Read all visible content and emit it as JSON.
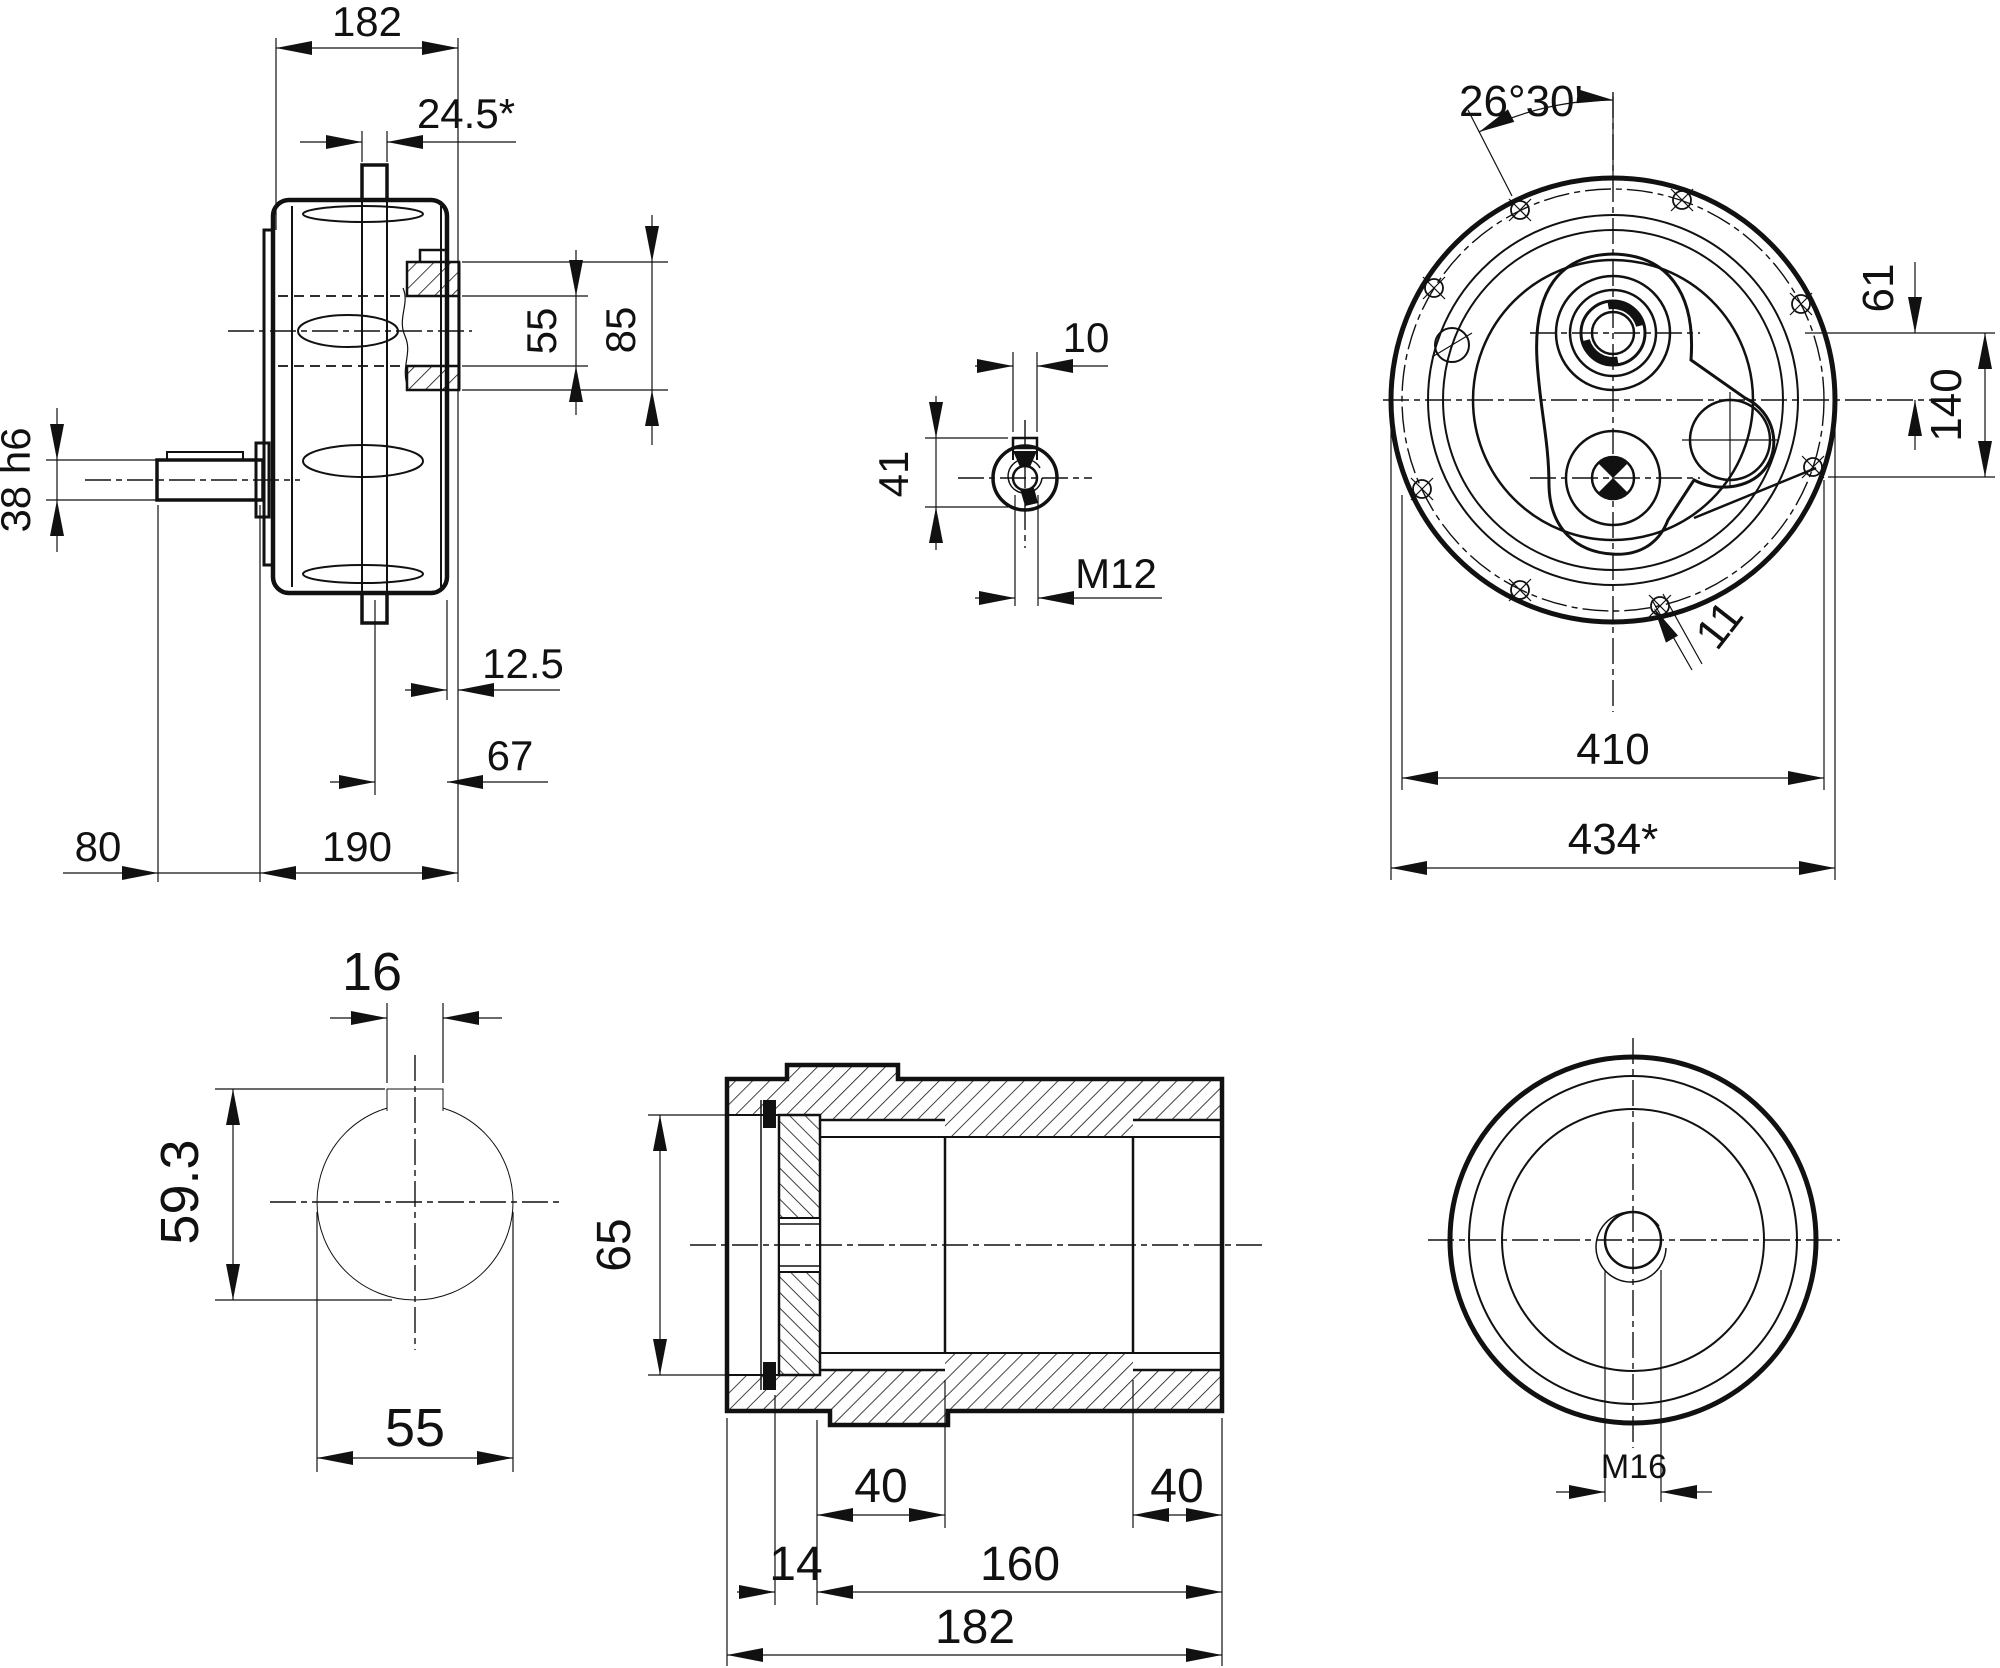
{
  "title": "gear drive unit — dimensioned engineering drawing",
  "colors": {
    "background": "#ffffff",
    "line": "#111111"
  },
  "views": {
    "side": {
      "dims": {
        "overall_width": "182",
        "flange_thickness": "24.5*",
        "hub_bore": "55",
        "hub_od": "85",
        "shaft_dia": "38 h6",
        "hub_protrusion": "12.5",
        "face_offset": "67",
        "shaft_length": "80",
        "housing_width": "190"
      }
    },
    "shaft_end": {
      "dims": {
        "key_width": "10",
        "flat_height": "41",
        "tapped_hole": "M12"
      }
    },
    "front": {
      "dims": {
        "bolt_angle": "26°30'",
        "upper_offset": "61",
        "shaft_spacing": "140",
        "bolt_hole_dia": "11",
        "bolt_circle_dia": "410",
        "outer_dia": "434*"
      }
    },
    "key_section": {
      "dims": {
        "key_width": "16",
        "height_over_key": "59.3",
        "shaft_dia": "55"
      }
    },
    "hollow_shaft": {
      "dims": {
        "seal_bore": "65",
        "spline_len_left": "40",
        "spline_len_right": "40",
        "washer": "14",
        "bore_length": "160",
        "overall_length": "182"
      }
    },
    "wheel": {
      "dims": {
        "tapped_hole": "M16"
      }
    }
  }
}
